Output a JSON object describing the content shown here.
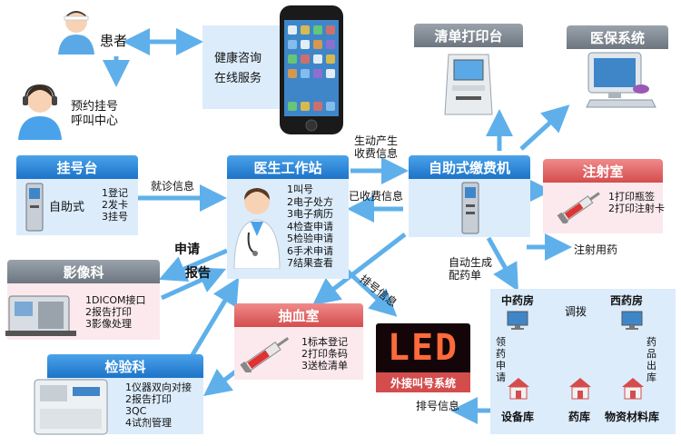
{
  "patient": {
    "label": "患者"
  },
  "call_center": {
    "line1": "预约挂号",
    "line2": "呼叫中心"
  },
  "online_service": {
    "line1": "健康咨询",
    "line2": "在线服务"
  },
  "print_station": {
    "title": "清单打印台"
  },
  "insurance": {
    "title": "医保系统"
  },
  "registration": {
    "title": "挂号台",
    "sub": "自助式",
    "items": [
      "1登记",
      "2发卡",
      "3挂号"
    ]
  },
  "doctor_station": {
    "title": "医生工作站",
    "items": [
      "1叫号",
      "2电子处方",
      "3电子病历",
      "4检查申请",
      "5检验申请",
      "6手术申请",
      "7结果查看"
    ]
  },
  "self_payment": {
    "title": "自助式缴费机"
  },
  "injection": {
    "title": "注射室",
    "items": [
      "1打印瓶签",
      "2打印注射卡"
    ]
  },
  "imaging": {
    "title": "影像科",
    "items": [
      "1DICOM接口",
      "2报告打印",
      "3影像处理"
    ]
  },
  "blood": {
    "title": "抽血室",
    "items": [
      "1标本登记",
      "2打印条码",
      "3送检清单"
    ]
  },
  "lab": {
    "title": "检验科",
    "items": [
      "1仪器双向对接",
      "2报告打印",
      "3QC",
      "4试剂管理"
    ]
  },
  "led": {
    "big": "LED",
    "title": "外接叫号系统"
  },
  "pharmacy": {
    "chinese": "中药房",
    "western": "西药房",
    "transfer": "调拨",
    "collect": [
      "领",
      "药",
      "申",
      "请"
    ],
    "out": [
      "药",
      "品",
      "出",
      "库"
    ],
    "equip": "设备库",
    "drug": "药库",
    "material": "物资材料库"
  },
  "flows": {
    "visit_info": "就诊信息",
    "gen_fee_1": "生动产生",
    "gen_fee_2": "收费信息",
    "paid_info": "已收费信息",
    "auto_gen_1": "自动生成",
    "auto_gen_2": "配药单",
    "injection_drug": "注射用药",
    "apply": "申请",
    "report": "报告",
    "queue_info": "排号信息",
    "queue_info_2": "排号信息"
  },
  "colors": {
    "blue": "#1d73c8",
    "light_blue": "#dcecfb",
    "red": "#d44d4d",
    "pink": "#fbe9ee",
    "arrow": "#5fb0ea"
  }
}
